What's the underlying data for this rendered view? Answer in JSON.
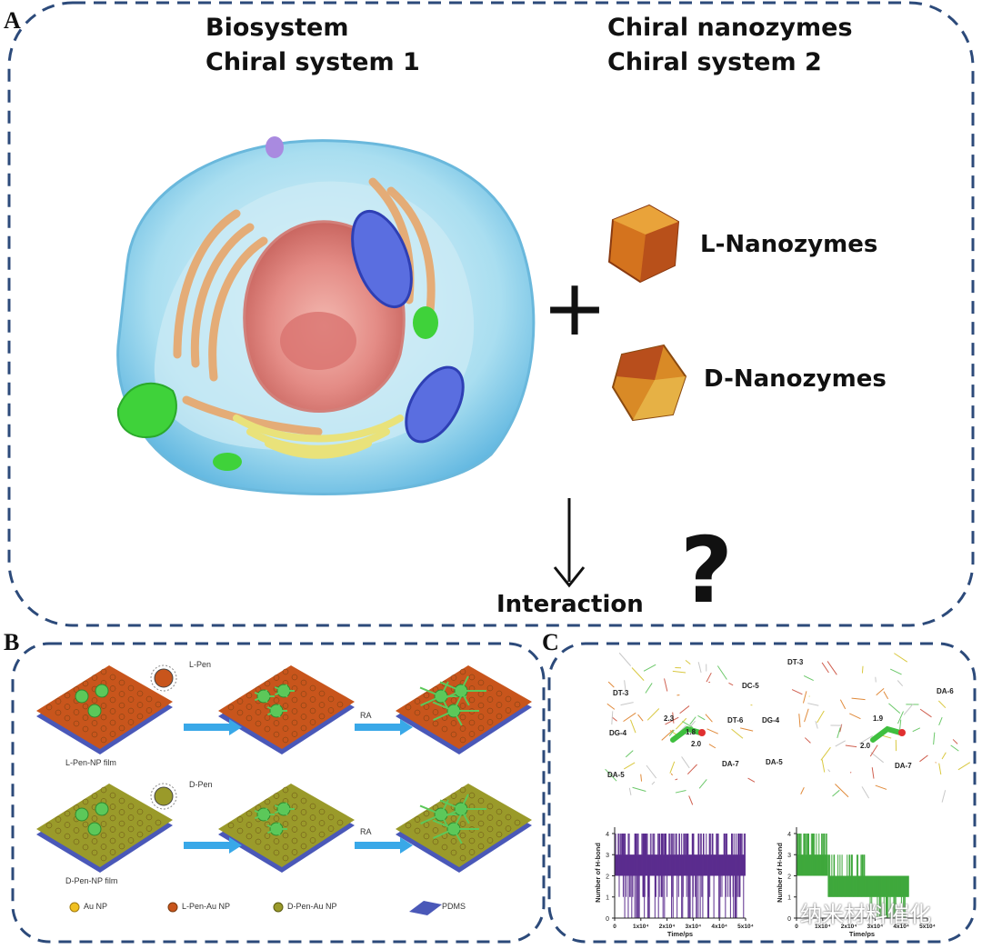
{
  "panels": {
    "a": "A",
    "b": "B",
    "c": "C"
  },
  "panel_a": {
    "left_title_1": "Biosystem",
    "left_title_2": "Chiral system 1",
    "right_title_1": "Chiral nanozymes",
    "right_title_2": "Chiral system 2",
    "plus": "+",
    "l_nanozymes": "L-Nanozymes",
    "d_nanozymes": "D-Nanozymes",
    "interaction": "Interaction",
    "question": "?"
  },
  "panel_b": {
    "l_pen_top": "L-Pen",
    "d_pen_top": "D-Pen",
    "l_film": "L-Pen-NP film",
    "d_film": "D-Pen-NP film",
    "ra_1": "RA",
    "ra_2": "RA",
    "legend": {
      "au": "Au NP",
      "l_au": "L-Pen-Au NP",
      "d_au": "D-Pen-Au NP",
      "pdms": "PDMS"
    },
    "colors": {
      "l_np": "#c8551c",
      "d_np": "#9a9a2a",
      "substrate": "#4a58b8",
      "cell": "#5cc85a",
      "arrow": "#39a8e8"
    }
  },
  "panel_c": {
    "left_labels": [
      "DT-3",
      "DC-5",
      "DG-4",
      "DT-6",
      "DA-5",
      "DA-7"
    ],
    "right_labels": [
      "DT-3",
      "DA-6",
      "DG-4",
      "DA-5",
      "DA-7"
    ],
    "left_distances": [
      "2.3",
      "1.8",
      "2.0"
    ],
    "right_distances": [
      "1.9",
      "2.0"
    ],
    "ylabel": "Number of H-bond",
    "xlabel": "Time/ps",
    "yticks": [
      "0",
      "1",
      "2",
      "3",
      "4"
    ],
    "xticks": [
      "0",
      "1x10⁴",
      "2x10⁴",
      "3x10⁴",
      "4x10⁴",
      "5x10⁴"
    ],
    "colors": {
      "left": "#5b2d8e",
      "right": "#3fa83c"
    }
  },
  "watermark": "纳米材料催化"
}
